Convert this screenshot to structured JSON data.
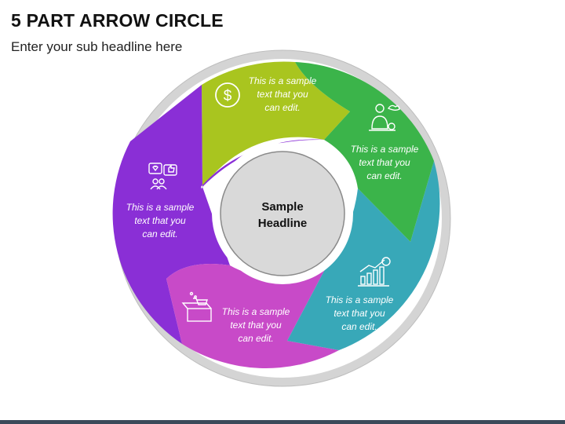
{
  "header": {
    "title": "5 PART ARROW CIRCLE",
    "subtitle": "Enter your sub headline here"
  },
  "center": {
    "line1": "Sample",
    "line2": "Headline"
  },
  "segments": [
    {
      "color": "#a9c51f",
      "icon": "dollar-icon",
      "lines": [
        "This is a sample",
        "text that you",
        "can edit."
      ]
    },
    {
      "color": "#3bb44a",
      "icon": "businessman-gear-icon",
      "lines": [
        "This is a sample",
        "text that you",
        "can edit."
      ]
    },
    {
      "color": "#38a8b8",
      "icon": "growth-chart-icon",
      "lines": [
        "This is a sample",
        "text that you",
        "can edit."
      ]
    },
    {
      "color": "#c84ac8",
      "icon": "shopping-box-icon",
      "lines": [
        "This is a sample",
        "text that you",
        "can edit."
      ]
    },
    {
      "color": "#8a2fd6",
      "icon": "social-feedback-icon",
      "lines": [
        "This is a sample",
        "text that you",
        "can edit."
      ]
    }
  ],
  "colors": {
    "outer_ring": "#d4d4d4",
    "center_fill": "#d9d9d9"
  }
}
